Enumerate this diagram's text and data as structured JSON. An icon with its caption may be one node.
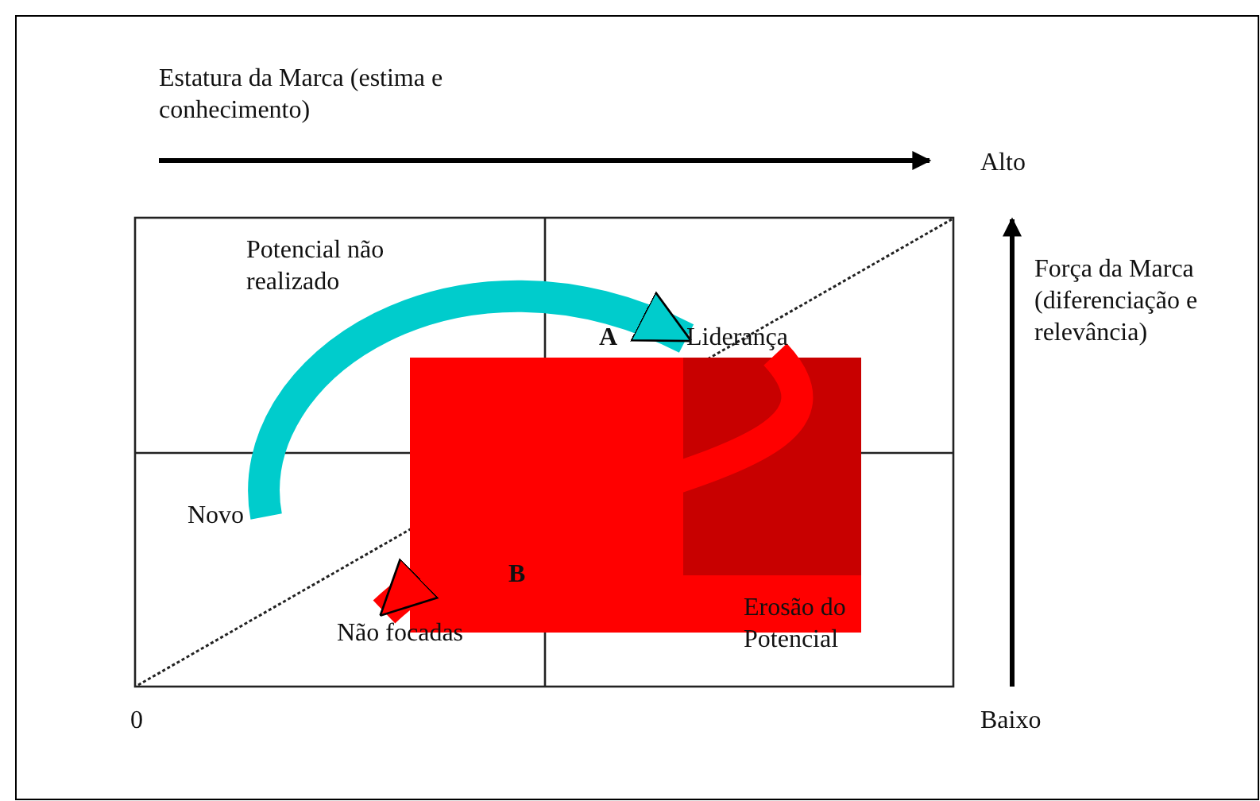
{
  "diagram": {
    "nodes": [
      {
        "text": [
          "Potencial não realizado"
        ]
      },
      {
        "text": [
          "Liderança"
        ]
      },
      {
        "text": [
          "Novo"
        ]
      },
      {
        "text": [
          "Não focadas"
        ]
      },
      {
        "text": [
          "Erosão do Potencial"
        ]
      }
    ],
    "edges": [
      {
        "from": 2,
        "to": 1,
        "arrow": "to",
        "label": "A",
        "color": "#00cccc"
      },
      {
        "from": 1,
        "to": 3,
        "arrow": "to",
        "label": "B",
        "color": "#ff0000"
      }
    ],
    "labels": [
      "Estatura da Marca (estima e conhecimento)",
      "Alto",
      "Força da Marca (diferenciação e relevância)",
      "0",
      "Baixo"
    ]
  }
}
